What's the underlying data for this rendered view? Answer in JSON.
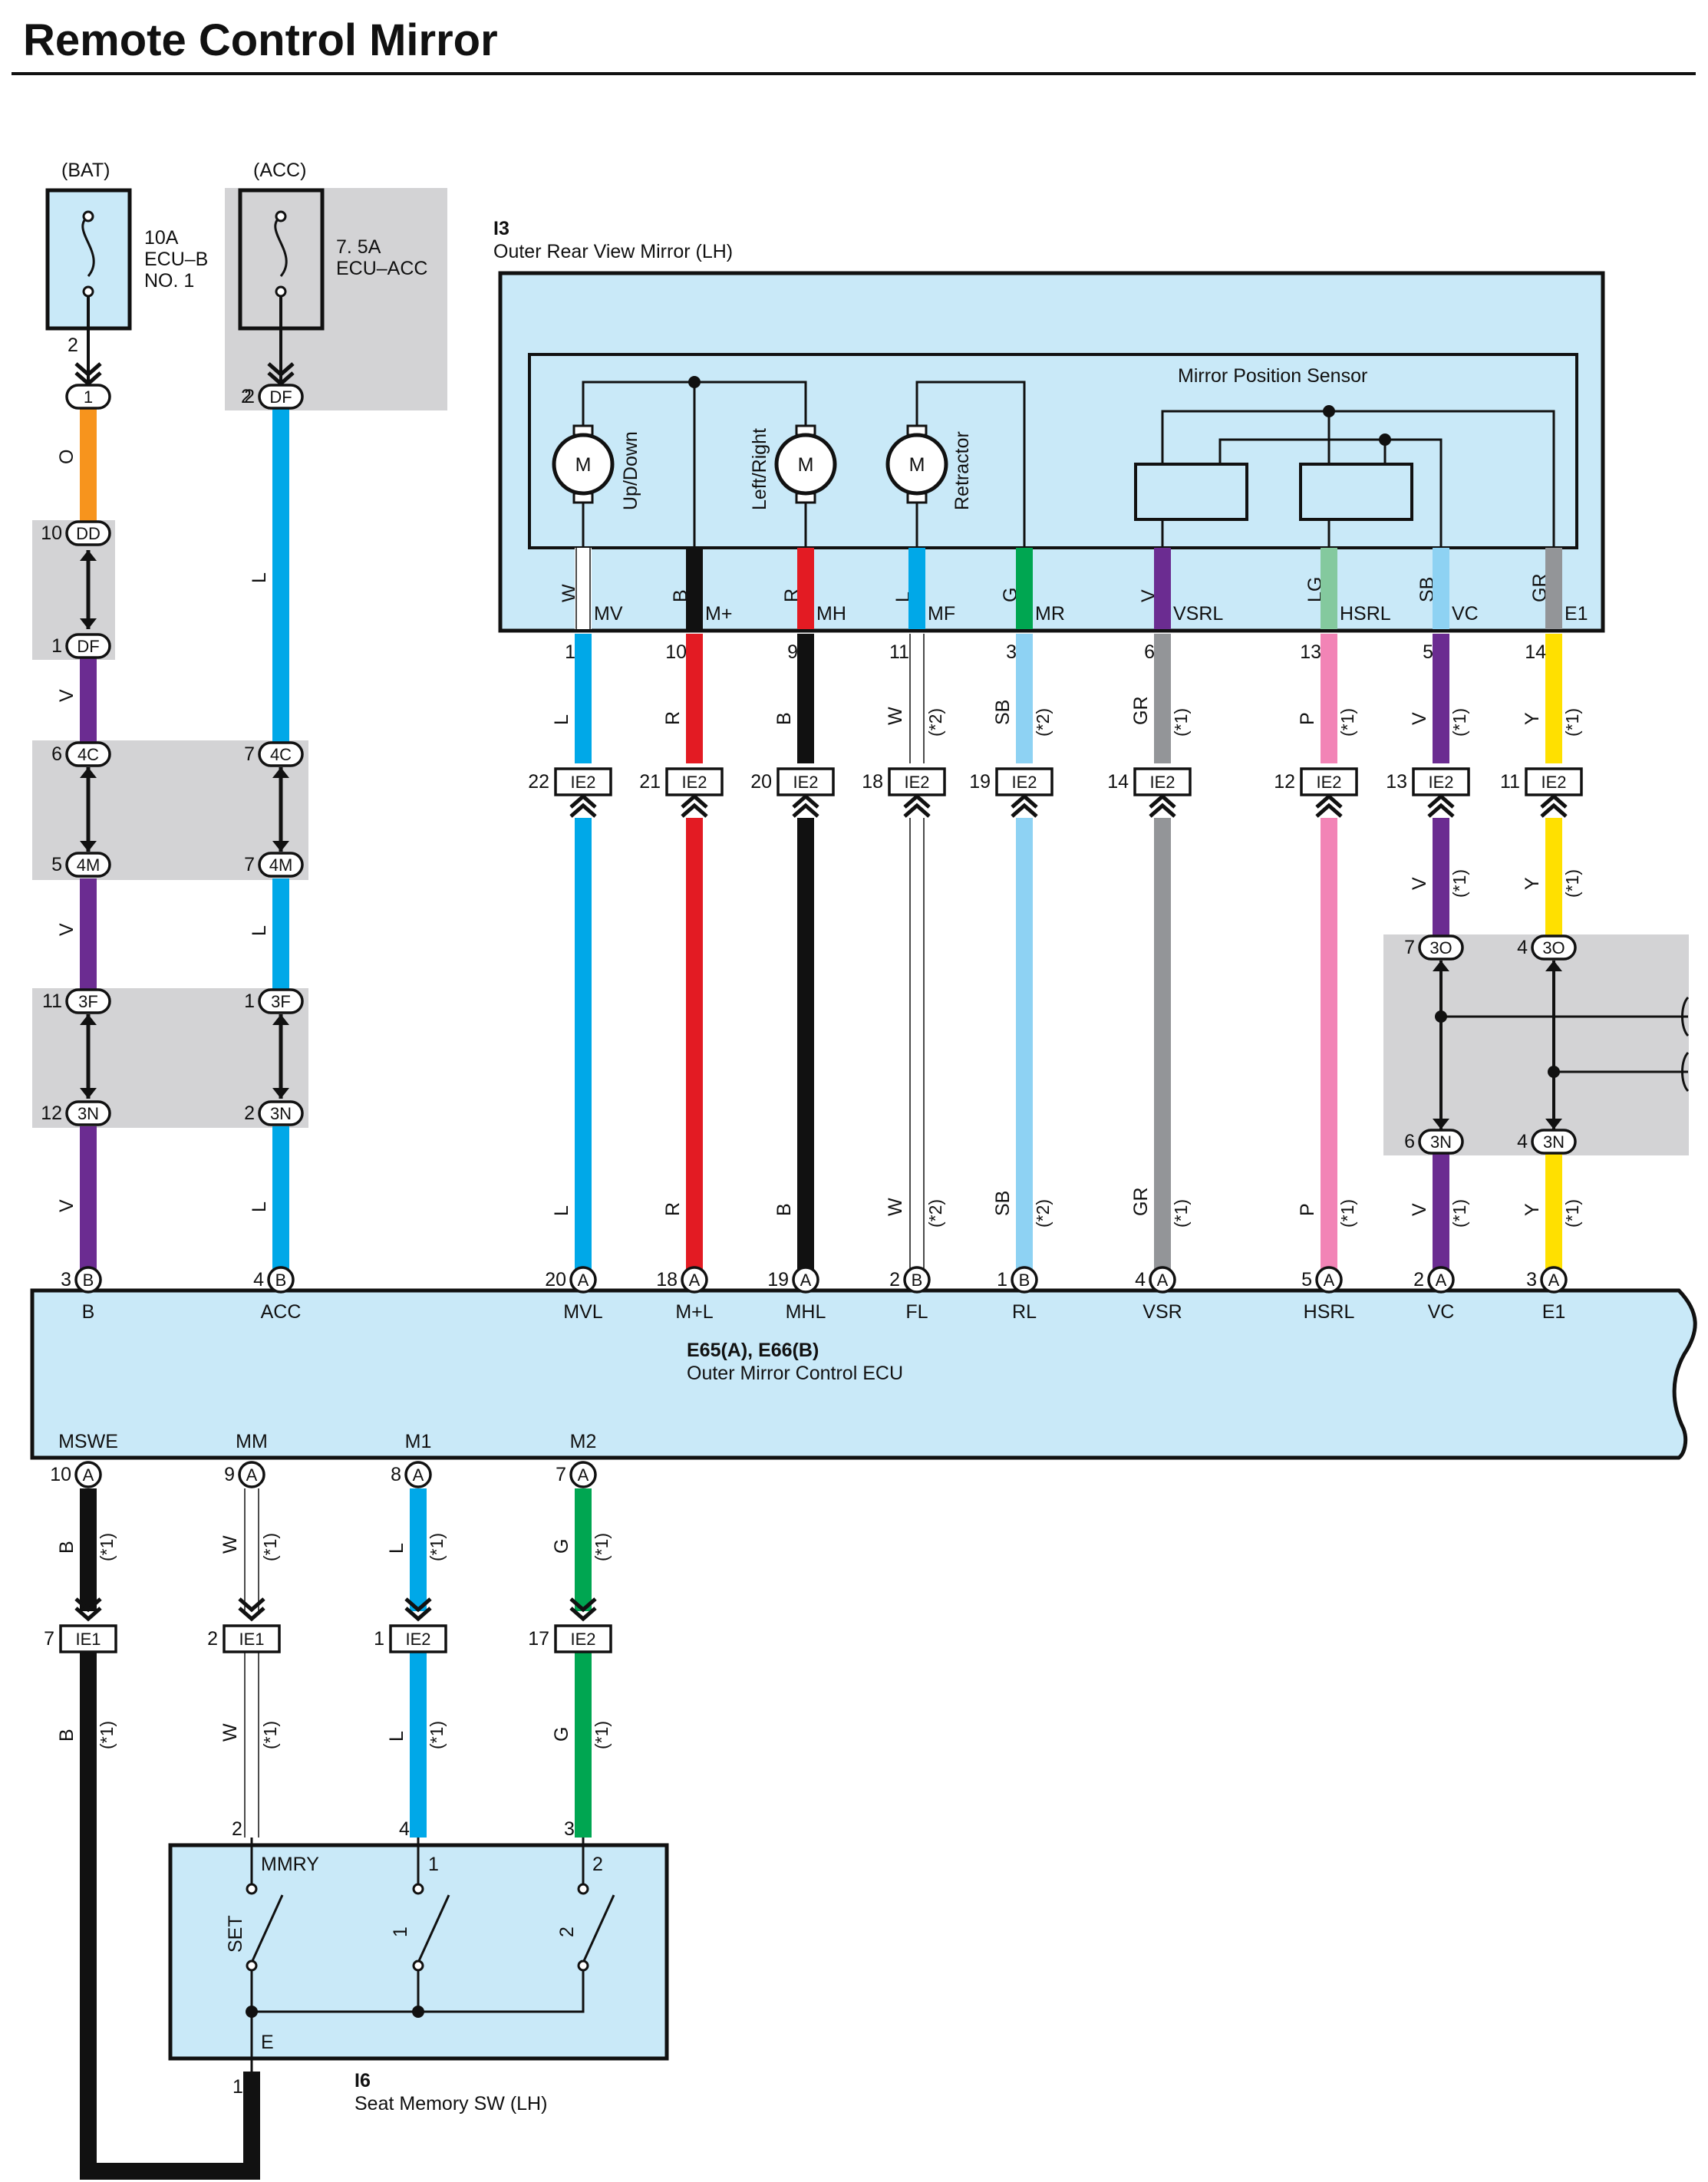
{
  "title": "Remote Control Mirror",
  "colors": {
    "O": "#f7941d",
    "L": "#00a8e8",
    "V": "#6b2c91",
    "R": "#e31b23",
    "B": "#111111",
    "W": "#ffffff",
    "SB": "#8ed2f3",
    "GR": "#939598",
    "P": "#f284b6",
    "Y": "#ffe000",
    "G": "#00a651",
    "LG": "#84c99e",
    "component_fill": "#c9e9f8",
    "junction_fill": "#d3d3d5"
  },
  "fuses": [
    {
      "source": "(BAT)",
      "rating": "10A",
      "name_line1": "ECU–B",
      "name_line2": "NO. 1",
      "pin": "2"
    },
    {
      "source": "(ACC)",
      "rating": "7. 5A",
      "name_line1": "ECU–ACC",
      "name_line2": "",
      "pin": "2"
    }
  ],
  "mirror": {
    "code": "I3",
    "name": "Outer Rear View Mirror (LH)",
    "sensor_label": "Mirror Position Sensor",
    "motor_letter": "M",
    "motors": [
      "Up/Down",
      "Left/Right",
      "Retractor"
    ],
    "terminals": [
      {
        "wire": "W",
        "name": "MV",
        "pin": "1"
      },
      {
        "wire": "B",
        "name": "M+",
        "pin": "10"
      },
      {
        "wire": "R",
        "name": "MH",
        "pin": "9"
      },
      {
        "wire": "L",
        "name": "MF",
        "pin": "11"
      },
      {
        "wire": "G",
        "name": "MR",
        "pin": "3"
      },
      {
        "wire": "V",
        "name": "VSRL",
        "pin": "6"
      },
      {
        "wire": "LG",
        "name": "HSRL",
        "pin": "13"
      },
      {
        "wire": "SB",
        "name": "VC",
        "pin": "5"
      },
      {
        "wire": "GR",
        "name": "E1",
        "pin": "14"
      }
    ]
  },
  "upper_wires": [
    {
      "wire": "L",
      "note": ""
    },
    {
      "wire": "R",
      "note": ""
    },
    {
      "wire": "B",
      "note": ""
    },
    {
      "wire": "W",
      "note": "(*2)"
    },
    {
      "wire": "SB",
      "note": "(*2)"
    },
    {
      "wire": "GR",
      "note": "(*1)"
    },
    {
      "wire": "P",
      "note": "(*1)"
    },
    {
      "wire": "V",
      "note": "(*1)"
    },
    {
      "wire": "Y",
      "note": "(*1)"
    }
  ],
  "ie2_connectors": [
    {
      "pin": "22",
      "label": "IE2"
    },
    {
      "pin": "21",
      "label": "IE2"
    },
    {
      "pin": "20",
      "label": "IE2"
    },
    {
      "pin": "18",
      "label": "IE2"
    },
    {
      "pin": "19",
      "label": "IE2"
    },
    {
      "pin": "14",
      "label": "IE2"
    },
    {
      "pin": "12",
      "label": "IE2"
    },
    {
      "pin": "13",
      "label": "IE2"
    },
    {
      "pin": "11",
      "label": "IE2"
    }
  ],
  "left_chain": {
    "bat_wires": [
      "O",
      "V",
      "V",
      "V"
    ],
    "acc_wires": [
      "L",
      "L",
      "L"
    ],
    "bat_connectors": [
      {
        "pin": "1",
        "label": "1"
      },
      {
        "pin": "10",
        "label": "DD"
      },
      {
        "pin": "1",
        "label": "DF"
      },
      {
        "pin": "6",
        "label": "4C"
      },
      {
        "pin": "5",
        "label": "4M"
      },
      {
        "pin": "11",
        "label": "3F"
      },
      {
        "pin": "12",
        "label": "3N"
      }
    ],
    "acc_connectors": [
      {
        "pin": "2",
        "label": "DF"
      },
      {
        "pin": "7",
        "label": "4C"
      },
      {
        "pin": "7",
        "label": "4M"
      },
      {
        "pin": "1",
        "label": "3F"
      },
      {
        "pin": "2",
        "label": "3N"
      }
    ]
  },
  "junction_right": {
    "top": [
      {
        "pin": "7",
        "label": "3O"
      },
      {
        "pin": "4",
        "label": "3O"
      }
    ],
    "bottom": [
      {
        "pin": "6",
        "label": "3N"
      },
      {
        "pin": "4",
        "label": "3N"
      }
    ]
  },
  "ecu": {
    "code": "E65(A), E66(B)",
    "name": "Outer Mirror Control ECU",
    "top_terminals": [
      {
        "pin": "3",
        "conn": "B",
        "name": "B"
      },
      {
        "pin": "4",
        "conn": "B",
        "name": "ACC"
      },
      {
        "pin": "20",
        "conn": "A",
        "name": "MVL"
      },
      {
        "pin": "18",
        "conn": "A",
        "name": "M+L"
      },
      {
        "pin": "19",
        "conn": "A",
        "name": "MHL"
      },
      {
        "pin": "2",
        "conn": "B",
        "name": "FL"
      },
      {
        "pin": "1",
        "conn": "B",
        "name": "RL"
      },
      {
        "pin": "4",
        "conn": "A",
        "name": "VSR"
      },
      {
        "pin": "5",
        "conn": "A",
        "name": "HSRL"
      },
      {
        "pin": "2",
        "conn": "A",
        "name": "VC"
      },
      {
        "pin": "3",
        "conn": "A",
        "name": "E1"
      }
    ],
    "bottom_terminals": [
      {
        "pin": "10",
        "conn": "A",
        "name": "MSWE"
      },
      {
        "pin": "9",
        "conn": "A",
        "name": "MM"
      },
      {
        "pin": "8",
        "conn": "A",
        "name": "M1"
      },
      {
        "pin": "7",
        "conn": "A",
        "name": "M2"
      }
    ]
  },
  "lower_wires": [
    {
      "wire": "B",
      "note": "(*1)"
    },
    {
      "wire": "W",
      "note": "(*1)"
    },
    {
      "wire": "L",
      "note": "(*1)"
    },
    {
      "wire": "G",
      "note": "(*1)"
    }
  ],
  "lower_connectors": [
    {
      "pin": "7",
      "label": "IE1"
    },
    {
      "pin": "2",
      "label": "IE1"
    },
    {
      "pin": "1",
      "label": "IE2"
    },
    {
      "pin": "17",
      "label": "IE2"
    }
  ],
  "seat_sw": {
    "code": "I6",
    "name": "Seat Memory SW (LH)",
    "terminal_mmry": "MMRY",
    "terminal_e": "E",
    "switch_labels": [
      "SET",
      "1",
      "2"
    ],
    "top_terms": [
      "1",
      "2"
    ],
    "pins": [
      "2",
      "4",
      "3",
      "1"
    ]
  }
}
